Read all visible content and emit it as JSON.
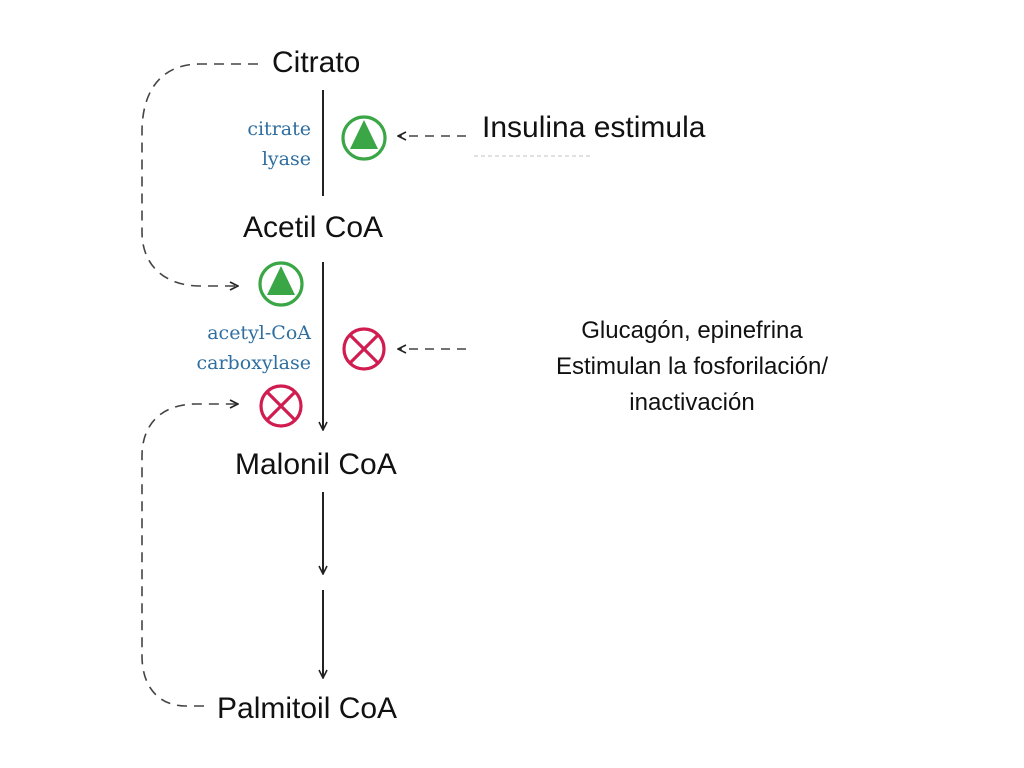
{
  "metabolites": {
    "citrato": "Citrato",
    "acetil_coa": "Acetil CoA",
    "malonil_coa": "Malonil CoA",
    "palmitoil_coa": "Palmitoil CoA"
  },
  "enzymes": {
    "citrate_lyase": [
      "citrate",
      "lyase"
    ],
    "acetyl_coa_carboxylase": [
      "acetyl-CoA",
      "carboxylase"
    ]
  },
  "regulators": {
    "insulin": "Insulina estimula",
    "glucagon": [
      "Glucagón, epinefrina",
      "Estimulan la fosforilación/",
      "inactivación"
    ]
  },
  "colors": {
    "activate": "#3aa645",
    "inhibit": "#d01c4f",
    "enzyme_text": "#2e6ea0"
  },
  "icons": {
    "activate": "activation-triangle-icon",
    "inhibit": "inhibition-cross-icon"
  }
}
